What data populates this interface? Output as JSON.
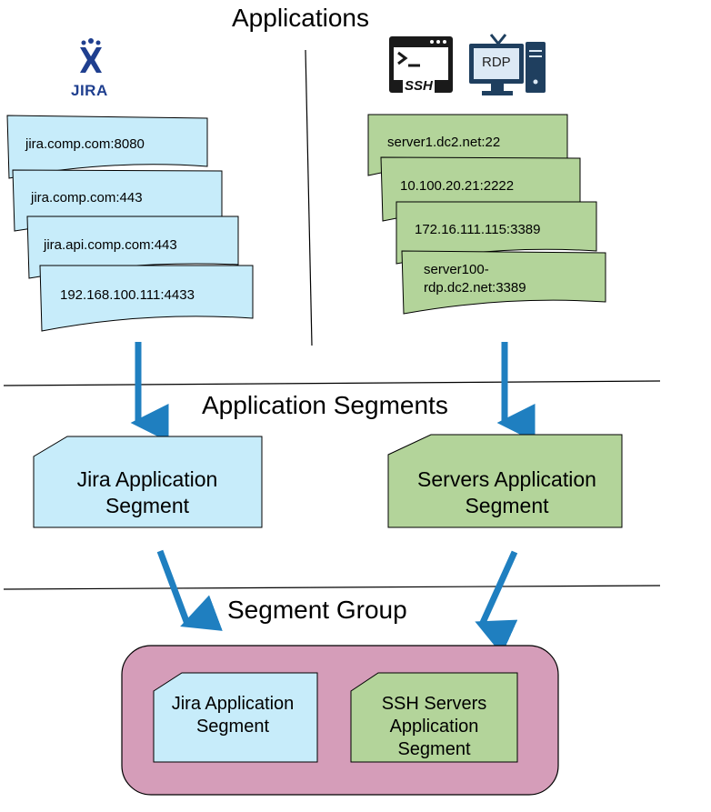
{
  "sections": {
    "applications": "Applications",
    "application_segments": "Application Segments",
    "segment_group": "Segment Group"
  },
  "logos": {
    "jira": "JIRA",
    "ssh": "SSH",
    "rdp": "RDP"
  },
  "jira_apps": [
    "jira.comp.com:8080",
    "jira.comp.com:443",
    "jira.api.comp.com:443",
    "192.168.100.111:4433"
  ],
  "server_apps": [
    "server1.dc2.net:22",
    "10.100.20.21:2222",
    "172.16.111.115:3389",
    "server100-\nrdp.dc2.net:3389"
  ],
  "segments": {
    "jira": "Jira Application Segment",
    "servers": "Servers Application Segment"
  },
  "group": {
    "jira": "Jira Application Segment",
    "ssh": "SSH Servers Application Segment"
  },
  "colors": {
    "jira_fill": "#c7ecfa",
    "server_fill": "#b3d49a",
    "group_fill": "#d59db9",
    "arrow": "#1f7fc0",
    "logo_blue": "#1f3f8f"
  }
}
